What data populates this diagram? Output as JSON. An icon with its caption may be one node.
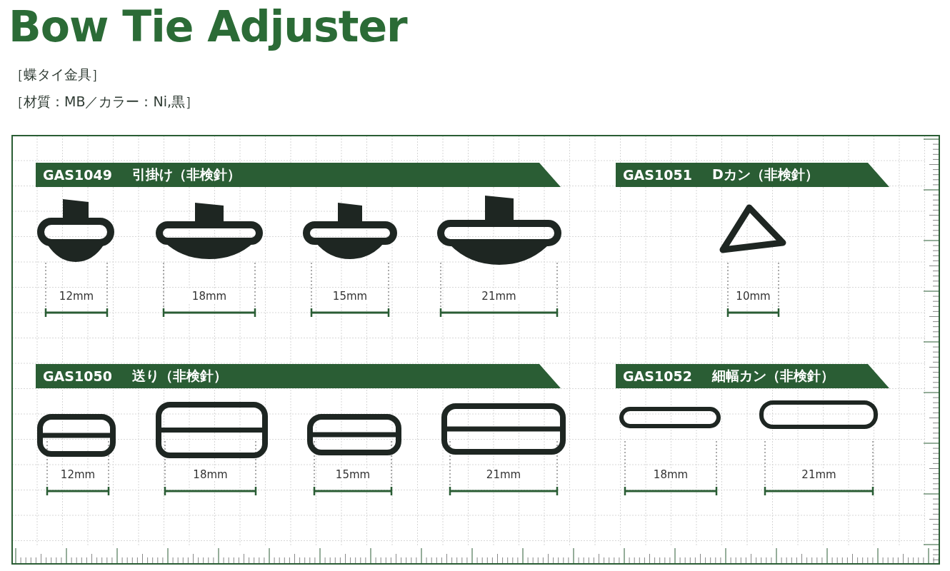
{
  "diagram": {
    "title": "Bow Tie Adjuster",
    "nodes": [
      {
        "text": [
          "GAS1049",
          "引掛け（非検針）"
        ]
      },
      {
        "text": [
          "GAS1051",
          "Dカン（非検針）"
        ]
      },
      {
        "text": [
          "GAS1050",
          "送り（非検針）"
        ]
      },
      {
        "text": [
          "GAS1052",
          "細幅カン（非検針）"
        ]
      }
    ],
    "labels": [
      "［蝶タイ金具］",
      "［材質：MB／カラー：Ni,黒］",
      "12mm",
      "18mm",
      "15mm",
      "21mm",
      "10mm",
      "12mm",
      "18mm",
      "15mm",
      "21mm",
      "18mm",
      "21mm"
    ]
  }
}
